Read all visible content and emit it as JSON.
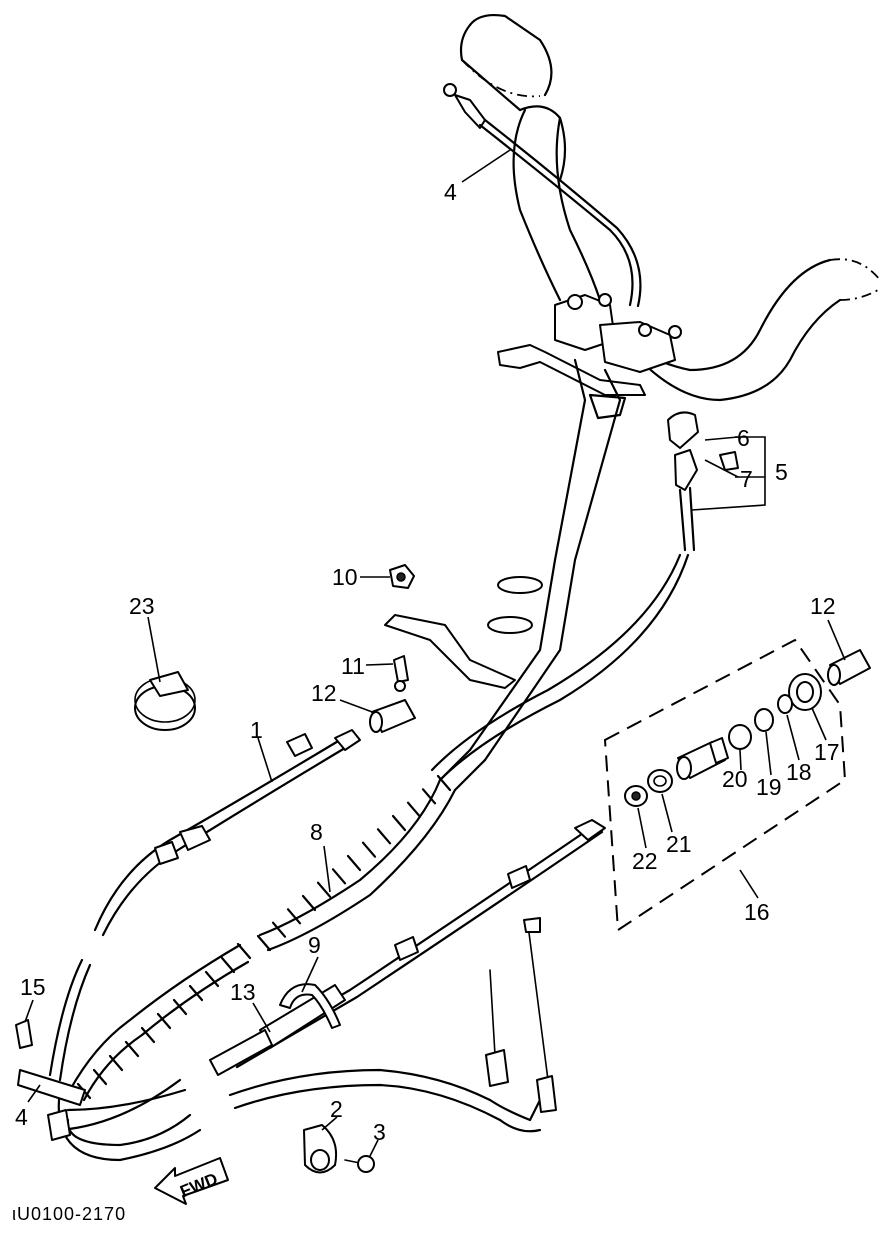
{
  "callouts": {
    "c1": "1",
    "c2": "2",
    "c3": "3",
    "c4a": "4",
    "c4b": "4",
    "c5": "5",
    "c6": "6",
    "c7": "7",
    "c8": "8",
    "c9": "9",
    "c10": "10",
    "c11": "11",
    "c12a": "12",
    "c12b": "12",
    "c13": "13",
    "c15": "15",
    "c16": "16",
    "c17": "17",
    "c18": "18",
    "c19": "19",
    "c20": "20",
    "c21": "21",
    "c22": "22",
    "c23": "23"
  },
  "direction_arrow": "FWD",
  "diagram_code": "ιU0100-2170"
}
